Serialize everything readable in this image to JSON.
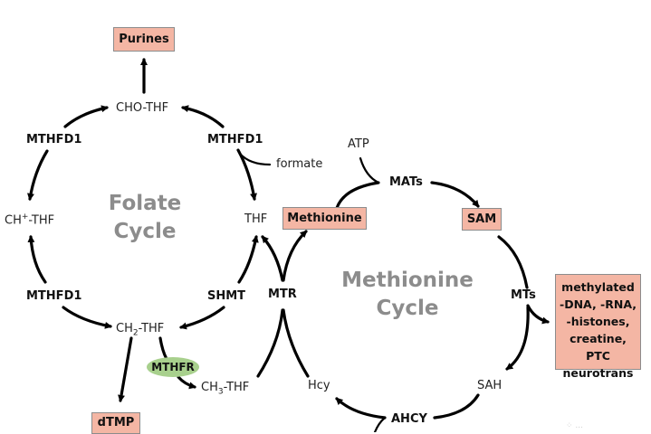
{
  "colors": {
    "product_box": "#f4b6a4",
    "enzyme_ellipse": "#a8d08d",
    "cycle_title": "#8c8c8c",
    "arrow": "#000000"
  },
  "folate_cycle": {
    "title_line1": "Folate",
    "title_line2": "Cycle",
    "metabolites": {
      "cho_thf": "CHO-THF",
      "ch_thf_base": "CH",
      "ch_thf_sup": "+",
      "ch_thf_suffix": "-THF",
      "thf": "THF",
      "ch2_thf_base": "CH",
      "ch2_thf_sub": "2",
      "ch2_thf_suffix": "-THF",
      "ch3_thf_base": "CH",
      "ch3_thf_sub": "3",
      "ch3_thf_suffix": "-THF",
      "formate": "formate"
    },
    "enzymes": {
      "mthfd1_top_left": "MTHFD1",
      "mthfd1_top_right": "MTHFD1",
      "mthfd1_bottom_left": "MTHFD1",
      "shmt": "SHMT",
      "mthfr": "MTHFR"
    },
    "products": {
      "purines": "Purines",
      "dtmp": "dTMP"
    }
  },
  "methionine_cycle": {
    "title_line1": "Methionine",
    "title_line2": "Cycle",
    "metabolites": {
      "atp": "ATP",
      "hcy": "Hcy",
      "sah": "SAH"
    },
    "enzymes": {
      "mats": "MATs",
      "mts": "MTs",
      "ahcy": "AHCY",
      "mtr": "MTR"
    },
    "products": {
      "methionine": "Methionine",
      "sam": "SAM",
      "methylated_lines": [
        "methylated",
        "-DNA, -RNA,",
        "-histones,",
        "creatine, PTC",
        "neurotrans"
      ]
    }
  },
  "watermark": "⁘ ..."
}
